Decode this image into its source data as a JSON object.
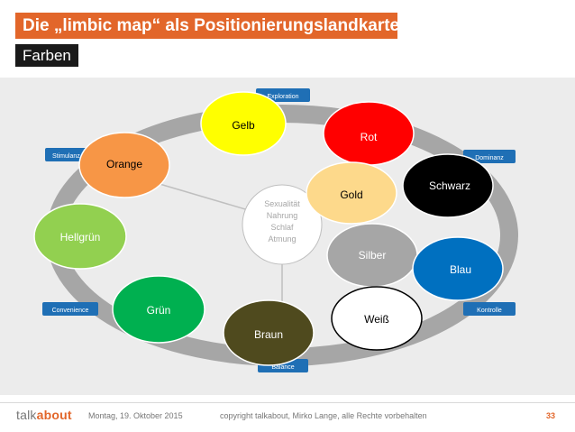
{
  "slide": {
    "title": "Die „limbic map“ als Positionierungslandkarte",
    "subtitle": "Farben"
  },
  "diagram": {
    "center_lines": [
      "Sexualität",
      "Nahrung",
      "Schlaf",
      "Atmung"
    ],
    "axis_tags": {
      "exploration": "Exploration",
      "dominanz": "Dominanz",
      "kontrolle": "Kontrolle",
      "balance": "Balance",
      "convenience": "Convenience",
      "stimulanz": "Stimulanz"
    },
    "colors": [
      {
        "label": "Gelb",
        "fill": "#ffff00",
        "text": "#000000"
      },
      {
        "label": "Rot",
        "fill": "#ff0000",
        "text": "#ffffff"
      },
      {
        "label": "Orange",
        "fill": "#f79646",
        "text": "#000000"
      },
      {
        "label": "Schwarz",
        "fill": "#000000",
        "text": "#ffffff"
      },
      {
        "label": "Gold",
        "fill": "#fdd98b",
        "text": "#000000"
      },
      {
        "label": "Hellgrün",
        "fill": "#92d050",
        "text": "#ffffff"
      },
      {
        "label": "Silber",
        "fill": "#a6a6a6",
        "text": "#ffffff"
      },
      {
        "label": "Blau",
        "fill": "#0070c0",
        "text": "#ffffff"
      },
      {
        "label": "Grün",
        "fill": "#00b050",
        "text": "#ffffff"
      },
      {
        "label": "Weiß",
        "fill": "#ffffff",
        "text": "#000000"
      },
      {
        "label": "Braun",
        "fill": "#4f4a1e",
        "text": "#ffffff"
      }
    ],
    "tag_color": "#1f6fb5",
    "ring_color": "#a6a6a6"
  },
  "footer": {
    "brand_a": "talk",
    "brand_b": "about",
    "date": "Montag, 19. Oktober 2015",
    "copyright": "copyright talkabout, Mirko Lange, alle Rechte vorbehalten",
    "page": "33"
  },
  "accent": "#e2662a"
}
